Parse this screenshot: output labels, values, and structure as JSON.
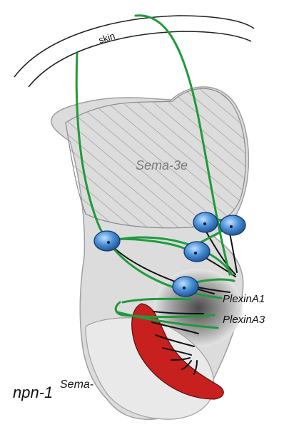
{
  "labels": {
    "skin": "skin",
    "region": "Sema-3e",
    "receptor_1": "PlexinA1",
    "receptor_2": "PlexinA3",
    "genotype_main": "npn-1",
    "genotype_sup": "Sema-"
  },
  "colors": {
    "axon": "#1f9a3c",
    "neuron_fill": "#4a8fd6",
    "neuron_stroke": "#123a6b",
    "tissue_fill": "#d9d9d9",
    "tissue_stroke": "#9a9a9a",
    "hatch": "#8a8a8a",
    "motor_column": "#c8201e",
    "dendrite": "#111111",
    "skin_line": "#222222"
  }
}
